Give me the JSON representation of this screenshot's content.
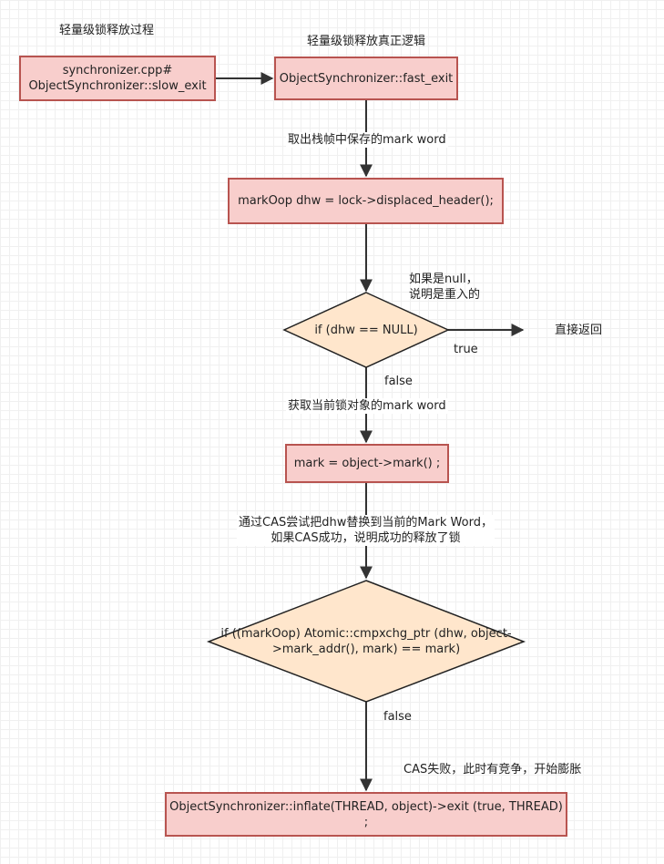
{
  "titles": {
    "left": "轻量级锁释放过程",
    "center": "轻量级锁释放真正逻辑"
  },
  "nodes": {
    "slow_exit": "synchronizer.cpp#\nObjectSynchronizer::slow_exit",
    "fast_exit": "ObjectSynchronizer::fast_exit",
    "displaced": "markOop dhw = lock->displaced_header();",
    "cond_null": "if (dhw == NULL)",
    "mark": "mark = object->mark() ;",
    "cond_cas": "if ((markOop) Atomic::cmpxchg_ptr (dhw, object-\n>mark_addr(), mark) == mark)",
    "inflate": "ObjectSynchronizer::inflate(THREAD, object)->exit (true, THREAD) ;"
  },
  "labels": {
    "take_mark": "取出栈帧中保存的mark word",
    "if_null_note": "如果是null，\n说明是重入的",
    "true": "true",
    "direct_return": "直接返回",
    "false1": "false",
    "get_mark": "获取当前锁对象的mark word",
    "cas_note": "通过CAS尝试把dhw替换到当前的Mark Word，\n如果CAS成功，说明成功的释放了锁",
    "false2": "false",
    "cas_fail": "CAS失败，此时有竞争，开始膨胀"
  },
  "colors": {
    "box_fill": "#f8cecc",
    "box_stroke": "#b85450",
    "diamond_fill": "#ffe6cc",
    "diamond_stroke": "#222222",
    "edge": "#333333"
  }
}
